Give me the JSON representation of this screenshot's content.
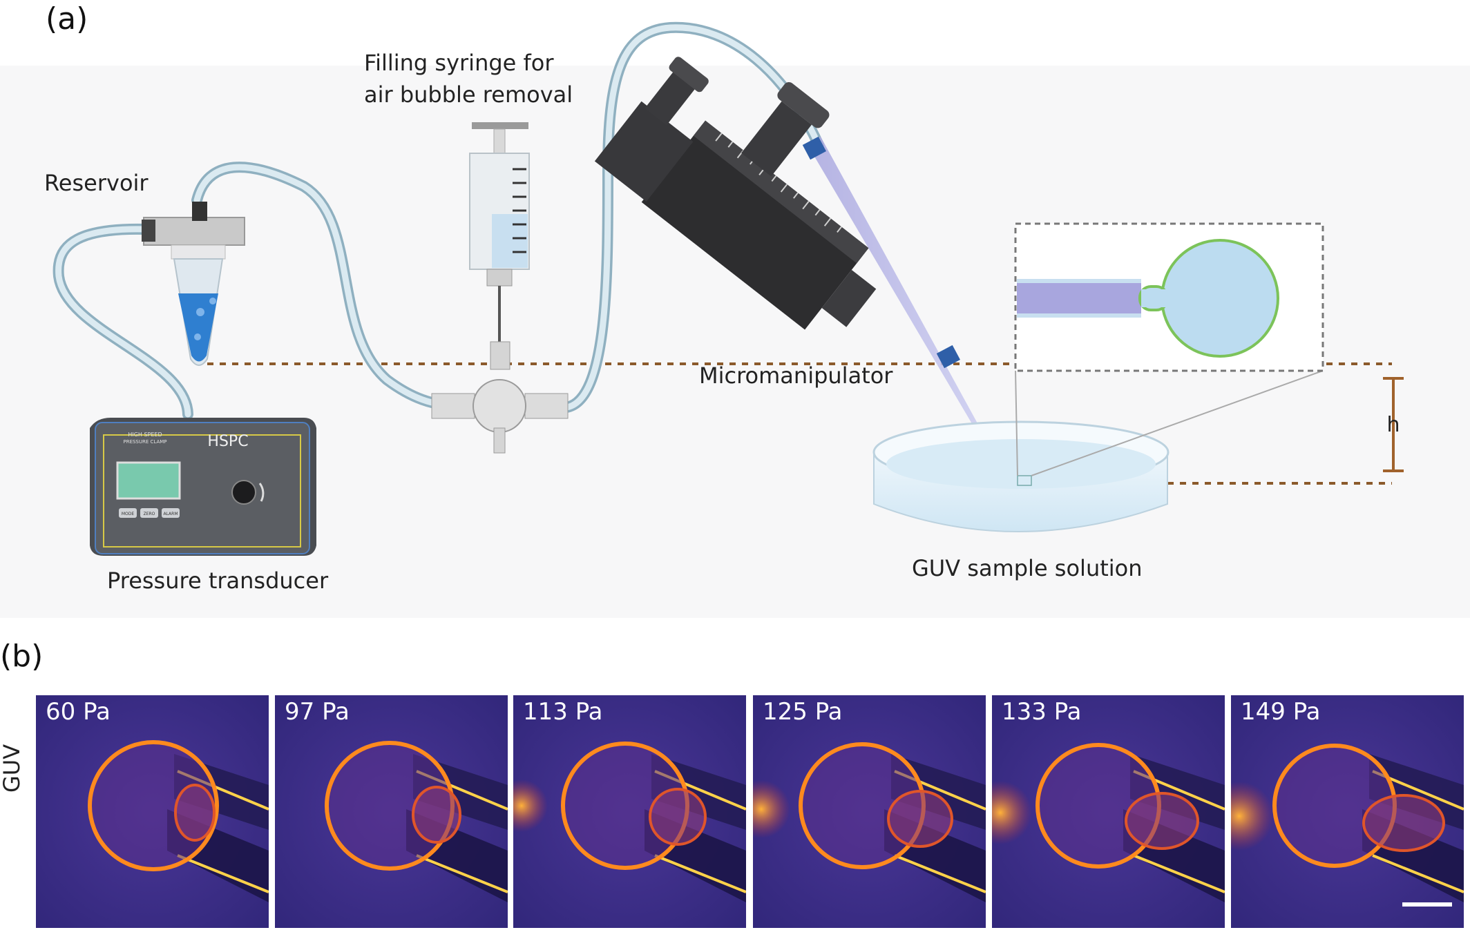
{
  "panel_a": {
    "letter": "(a)",
    "labels": {
      "filling_syringe_line1": "Filling syringe for",
      "filling_syringe_line2": "air bubble removal",
      "reservoir": "Reservoir",
      "micromanipulator": "Micromanipulator",
      "height": "h",
      "guv_sample": "GUV sample solution",
      "pressure_transducer": "Pressure transducer"
    },
    "device": {
      "title": "HSPC",
      "subtitle_line1": "HIGH SPEED",
      "subtitle_line2": "PRESSURE CLAMP",
      "buttons": [
        "MODE",
        "ZERO",
        "ALARM"
      ]
    }
  },
  "panel_b": {
    "letter": "(b)",
    "row_label": "GUV",
    "frames": [
      {
        "pressure": "60 Pa"
      },
      {
        "pressure": "97 Pa"
      },
      {
        "pressure": "113 Pa"
      },
      {
        "pressure": "125 Pa"
      },
      {
        "pressure": "133 Pa"
      },
      {
        "pressure": "149 Pa"
      }
    ]
  },
  "colors": {
    "tubing": "#c8dde8",
    "dashed_line": "#8b5a2b",
    "background_micro": "#3a2c86",
    "membrane": "#ff8a1e",
    "guv_fill": "#bcdcf0",
    "guv_outline": "#7cc35a"
  }
}
